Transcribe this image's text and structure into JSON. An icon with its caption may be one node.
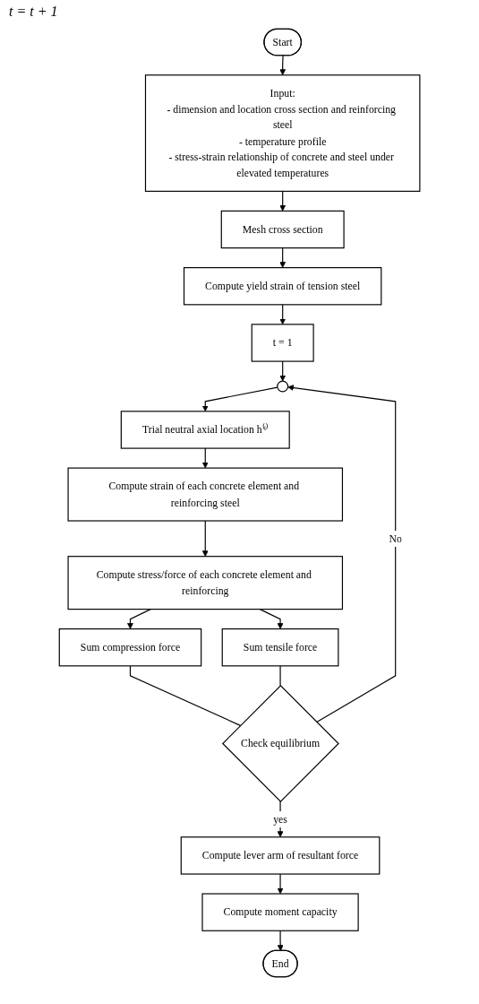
{
  "diagram": {
    "nodes": [
      {
        "text": [
          "Start"
        ]
      },
      {
        "text": [
          "Input:",
          "- dimension and location cross section and reinforcing steel",
          "- temperature profile",
          "- stress-strain relationship of concrete and steel under elevated temperatures"
        ]
      },
      {
        "text": [
          "Mesh cross section"
        ]
      },
      {
        "text": [
          "Compute yield strain of tension steel"
        ]
      },
      {
        "text": [
          "t = 1"
        ]
      },
      {
        "text": [],
        "shape": "circle"
      },
      {
        "text": [
          "Trial neutral axial location h⁽ᵗ⁾"
        ]
      },
      {
        "text": [
          "Compute strain of each concrete element and reinforcing steel"
        ]
      },
      {
        "text": [
          "Compute stress/force of each concrete element and reinforcing"
        ]
      },
      {
        "text": [
          "Sum compression force"
        ]
      },
      {
        "text": [
          "Sum tensile force"
        ]
      },
      {
        "text": [
          "Check equilibrium"
        ]
      },
      {
        "text": [
          "Compute lever arm of resultant force"
        ]
      },
      {
        "text": [
          "Compute moment capacity"
        ]
      },
      {
        "text": [
          "End"
        ]
      }
    ],
    "edges": [
      {
        "from": 0,
        "to": 1,
        "arrow": "to"
      },
      {
        "from": 1,
        "to": 2,
        "arrow": "to"
      },
      {
        "from": 2,
        "to": 3,
        "arrow": "to"
      },
      {
        "from": 3,
        "to": 4,
        "arrow": "to"
      },
      {
        "from": 4,
        "to": 5,
        "arrow": "to"
      },
      {
        "from": 5,
        "to": 6,
        "arrow": "to"
      },
      {
        "from": 6,
        "to": 7,
        "arrow": "to"
      },
      {
        "from": 7,
        "to": 8,
        "arrow": "to"
      },
      {
        "from": 8,
        "to": 9,
        "arrow": "to"
      },
      {
        "from": 8,
        "to": 10,
        "arrow": "to"
      },
      {
        "from": 9,
        "to": 11,
        "arrow": "none"
      },
      {
        "from": 10,
        "to": 11,
        "arrow": "none"
      },
      {
        "from": 11,
        "to": 5,
        "label": "No",
        "arrow": "to"
      },
      {
        "from": 11,
        "to": 12,
        "label": "yes",
        "arrow": "to"
      },
      {
        "from": 12,
        "to": 13,
        "arrow": "to"
      },
      {
        "from": 13,
        "to": 14,
        "arrow": "to"
      }
    ],
    "labels": [
      "t = t + 1"
    ]
  }
}
